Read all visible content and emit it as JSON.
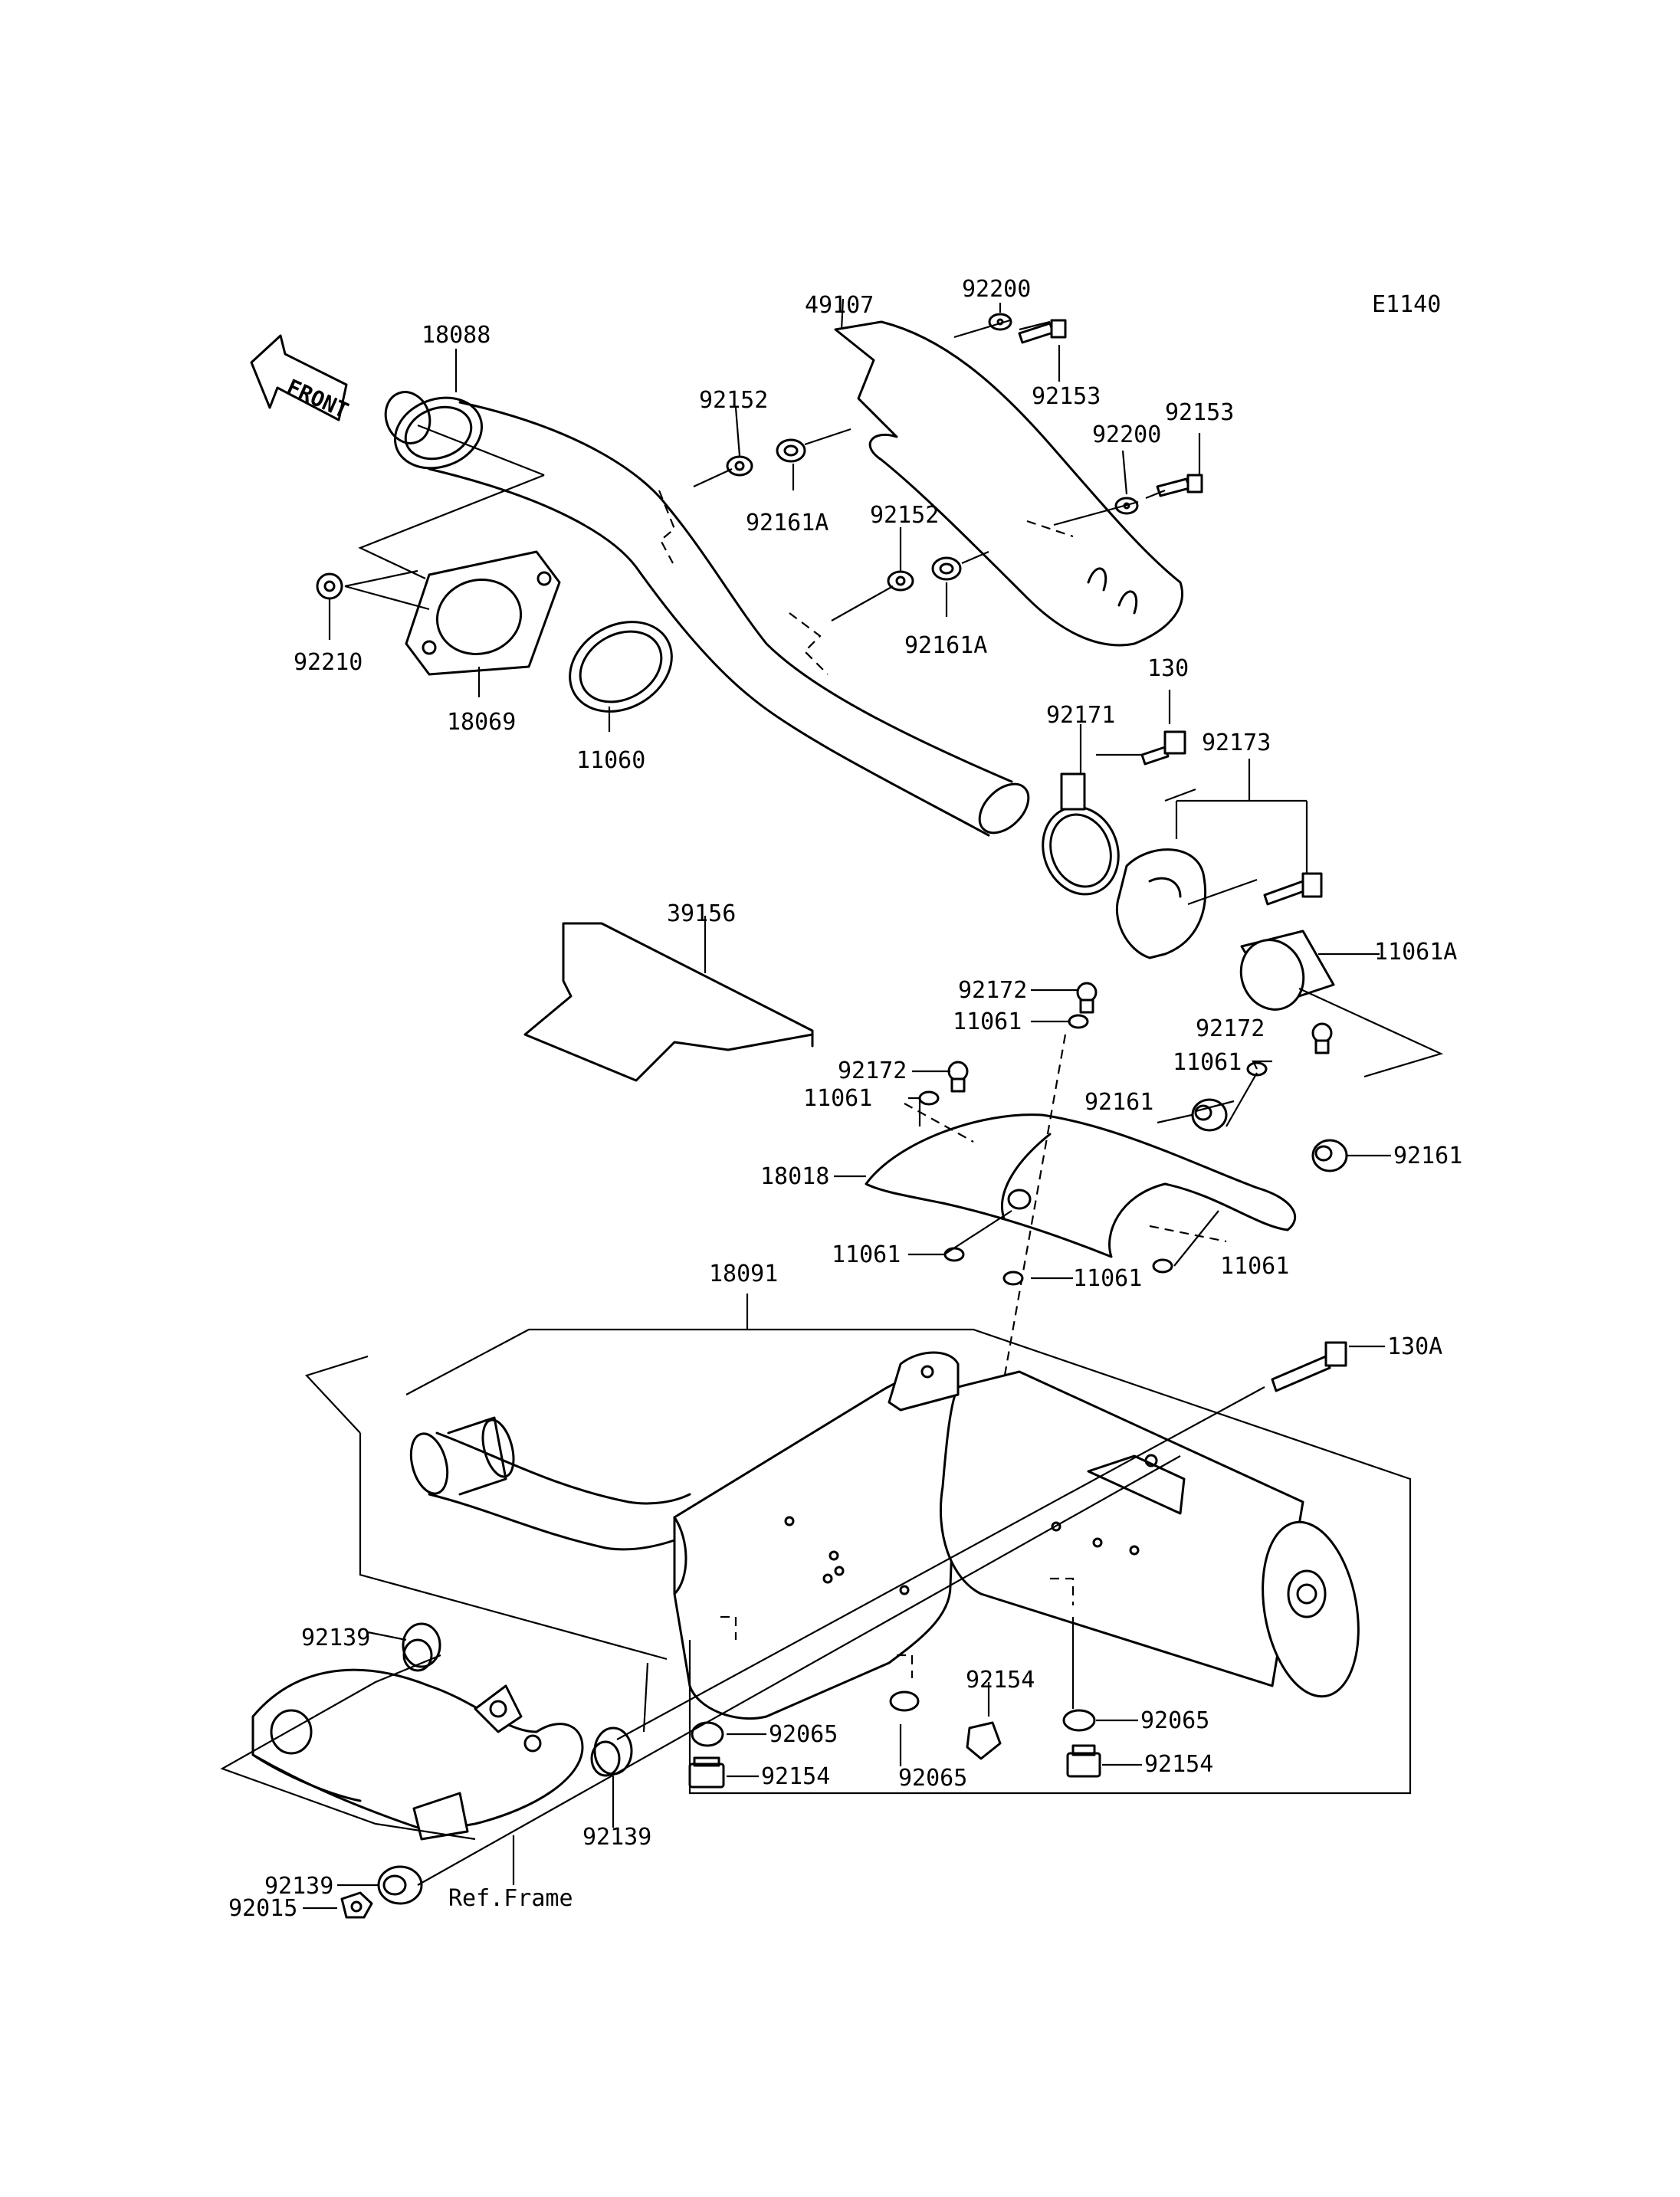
{
  "diagram_code": "E1140",
  "front_label": "FRONT",
  "ref_label": "Ref.Frame",
  "parts": {
    "p18088": "18088",
    "p49107": "49107",
    "p92200a": "92200",
    "p92153a": "92153",
    "p92152a": "92152",
    "p92200b": "92200",
    "p92153b": "92153",
    "p92161Aa": "92161A",
    "p92152b": "92152",
    "p92161Ab": "92161A",
    "p92210": "92210",
    "p18069": "18069",
    "p11060": "11060",
    "p130": "130",
    "p92171": "92171",
    "p92173": "92173",
    "p39156": "39156",
    "p11061A": "11061A",
    "p92172a": "92172",
    "p11061a": "11061",
    "p92172b": "92172",
    "p92172c": "92172",
    "p11061b": "11061",
    "p11061c": "11061",
    "p92161a": "92161",
    "p92161b": "92161",
    "p18018": "18018",
    "p11061d": "11061",
    "p11061e": "11061",
    "p11061f": "11061",
    "p18091": "18091",
    "p130A": "130A",
    "p92139a": "92139",
    "p92154a": "92154",
    "p92065a": "92065",
    "p92065b": "92065",
    "p92065c": "92065",
    "p92154b": "92154",
    "p92154c": "92154",
    "p92139b": "92139",
    "p92139c": "92139",
    "p92015": "92015"
  }
}
